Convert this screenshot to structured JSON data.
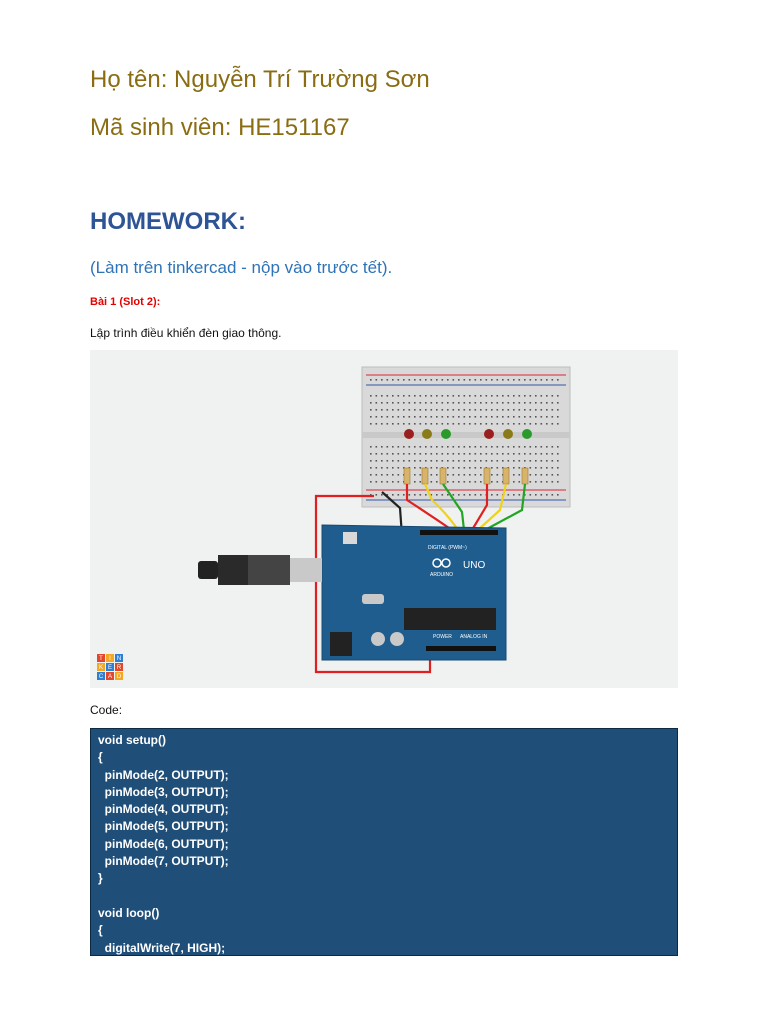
{
  "header": {
    "name": "Họ tên: Nguyễn Trí Trường Sơn",
    "student_id": "Mã sinh viên: HE151167"
  },
  "homework": {
    "title": "HOMEWORK:",
    "note": "(Làm trên tinkercad - nộp vào trước tết).",
    "exercise_label": "Bài 1 (Slot 2):",
    "exercise_desc": "Lập trình điều khiển đèn giao thông."
  },
  "figure": {
    "board_text_uno": "UNO",
    "board_text_arduino": "ARDUINO",
    "board_text_digital": "DIGITAL (PWM~)",
    "board_text_power": "POWER",
    "board_text_analog": "ANALOG IN",
    "logo_letters": [
      "TIN",
      "KER",
      "CAD"
    ],
    "colors": {
      "led_red": "#9b1f1f",
      "led_yellow": "#8a7a1a",
      "led_green": "#2a9a2a",
      "board_blue": "#1e5d8e",
      "wire_red": "#e02020",
      "wire_yellow": "#f0d21a",
      "wire_green": "#22a622"
    }
  },
  "code": {
    "label": "Code:",
    "lines": "void setup()\n{\n  pinMode(2, OUTPUT);\n  pinMode(3, OUTPUT);\n  pinMode(4, OUTPUT);\n  pinMode(5, OUTPUT);\n  pinMode(6, OUTPUT);\n  pinMode(7, OUTPUT);\n}\n\nvoid loop()\n{\n  digitalWrite(7, HIGH);"
  }
}
